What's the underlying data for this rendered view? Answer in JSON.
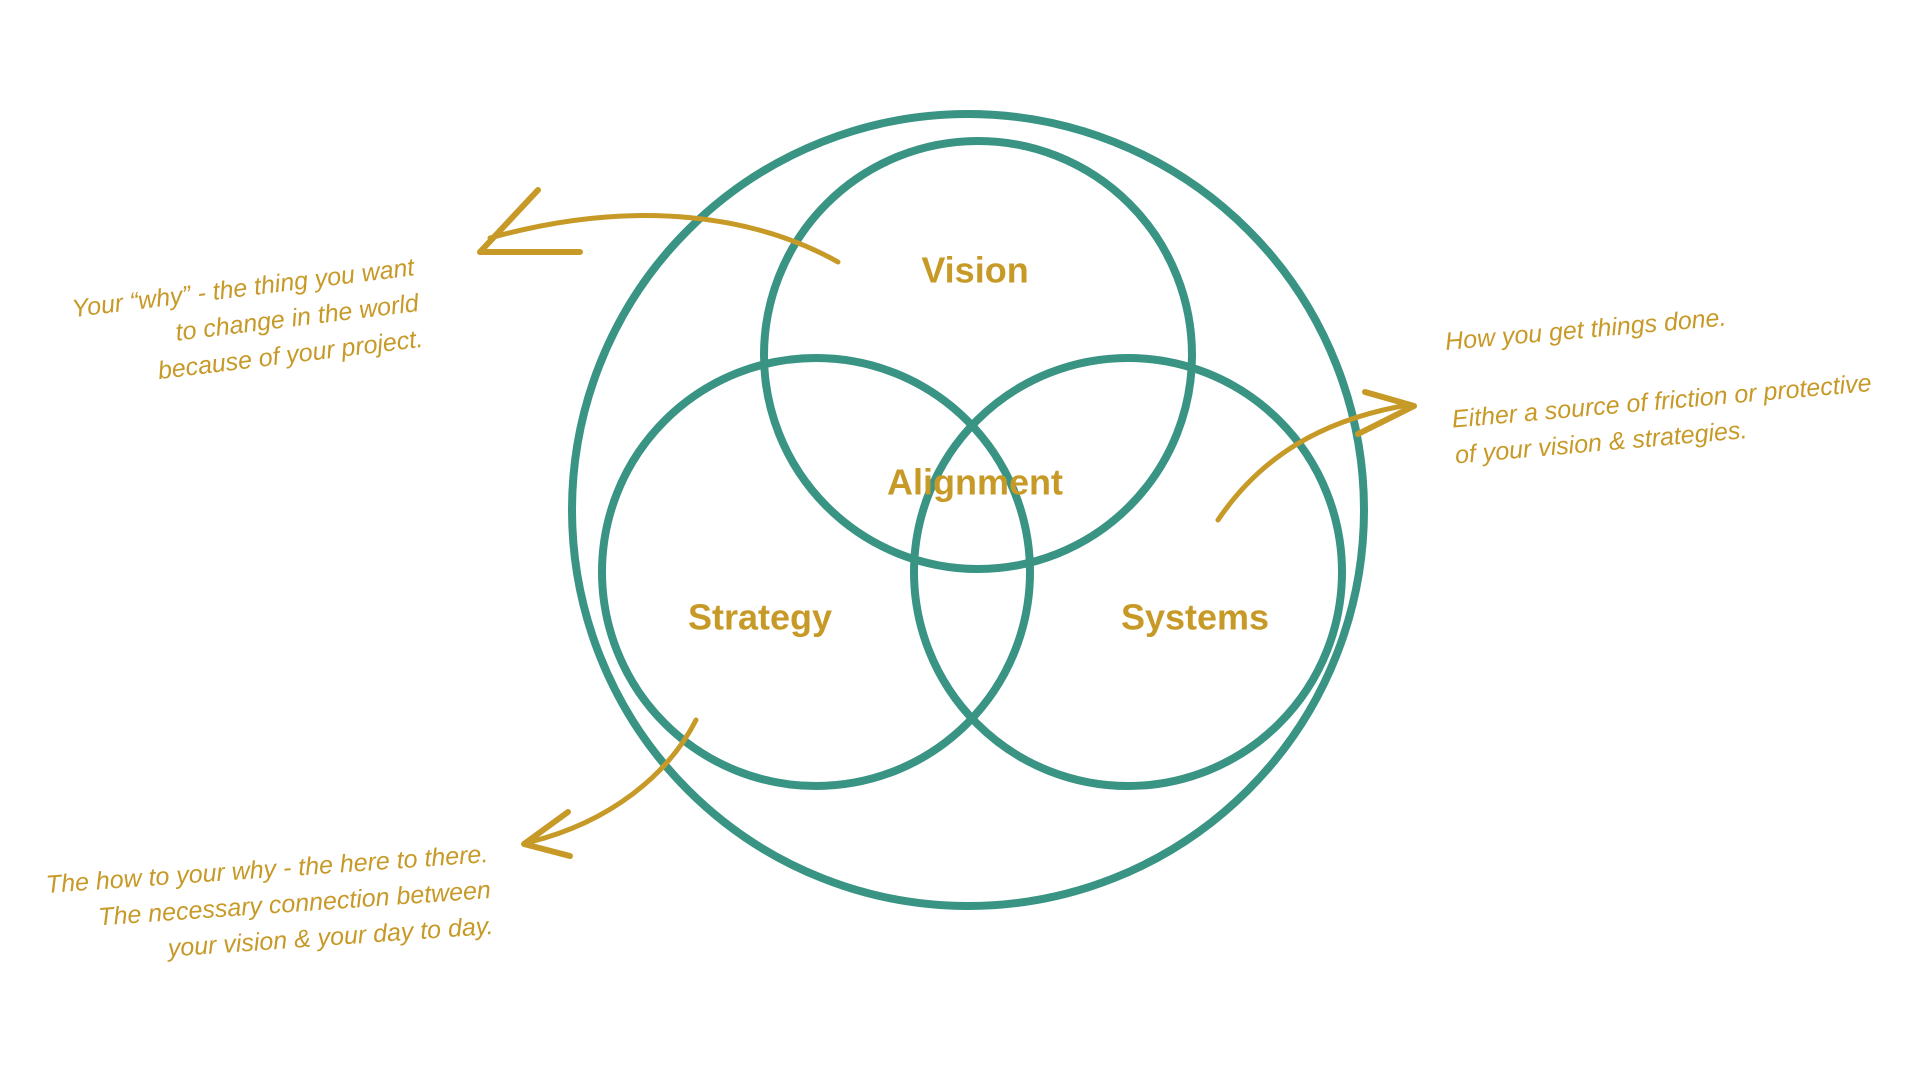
{
  "colors": {
    "circle": "#3a9484",
    "text": "#c79a28",
    "background": "#ffffff"
  },
  "labels": {
    "vision": "Vision",
    "alignment": "Alignment",
    "strategy": "Strategy",
    "systems": "Systems"
  },
  "notes": {
    "vision": [
      "Your “why” - the thing you want",
      "to change in the world",
      "because of your project."
    ],
    "systems_line1": "How you get things done.",
    "systems_rest": [
      "Either a source of friction or protective",
      "of your vision & strategies."
    ],
    "strategy": [
      "The how to your why - the here to there.",
      "The necessary connection between",
      "your vision & your day to day."
    ]
  }
}
